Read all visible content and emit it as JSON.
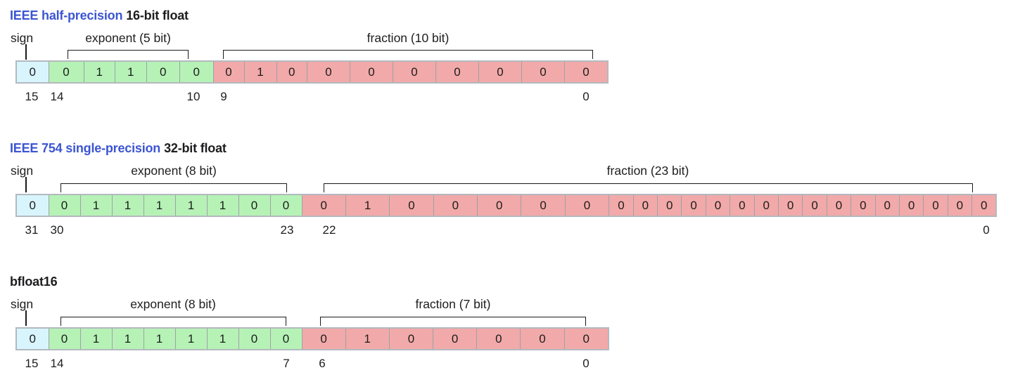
{
  "colors": {
    "title_accent": "#3c55d2",
    "sign_fill": "#d8f5fd",
    "exponent_fill": "#b6f2b6",
    "fraction_fill": "#f2a9a9",
    "cell_border": "#9da2a7",
    "outer_border": "#b3b9bf",
    "line": "#1a1a1a"
  },
  "diagrams": [
    {
      "title_accent": "IEEE half-precision",
      "title_plain": "16-bit float",
      "sign_label": "sign",
      "exponent_label": "exponent (5 bit)",
      "fraction_label": "fraction (10 bit)",
      "sign_bits": [
        "0"
      ],
      "exponent_bits": [
        "0",
        "1",
        "1",
        "0",
        "0"
      ],
      "fraction_bits": [
        "0",
        "1",
        "0",
        "0",
        "0",
        "0",
        "0",
        "0",
        "0",
        "0"
      ],
      "bit_indices": [
        "15",
        "14",
        "10",
        "9",
        "0"
      ]
    },
    {
      "title_accent": "IEEE 754 single-precision",
      "title_plain": "32-bit float",
      "sign_label": "sign",
      "exponent_label": "exponent (8 bit)",
      "fraction_label": "fraction (23 bit)",
      "sign_bits": [
        "0"
      ],
      "exponent_bits": [
        "0",
        "1",
        "1",
        "1",
        "1",
        "1",
        "0",
        "0"
      ],
      "fraction_bits": [
        "0",
        "1",
        "0",
        "0",
        "0",
        "0",
        "0",
        "0",
        "0",
        "0",
        "0",
        "0",
        "0",
        "0",
        "0",
        "0",
        "0",
        "0",
        "0",
        "0",
        "0",
        "0",
        "0"
      ],
      "bit_indices": [
        "31",
        "30",
        "23",
        "22",
        "0"
      ]
    },
    {
      "title_accent": "",
      "title_plain": "bfloat16",
      "sign_label": "sign",
      "exponent_label": "exponent (8 bit)",
      "fraction_label": "fraction (7 bit)",
      "sign_bits": [
        "0"
      ],
      "exponent_bits": [
        "0",
        "1",
        "1",
        "1",
        "1",
        "1",
        "0",
        "0"
      ],
      "fraction_bits": [
        "0",
        "1",
        "0",
        "0",
        "0",
        "0",
        "0"
      ],
      "bit_indices": [
        "15",
        "14",
        "7",
        "6",
        "0"
      ]
    }
  ]
}
